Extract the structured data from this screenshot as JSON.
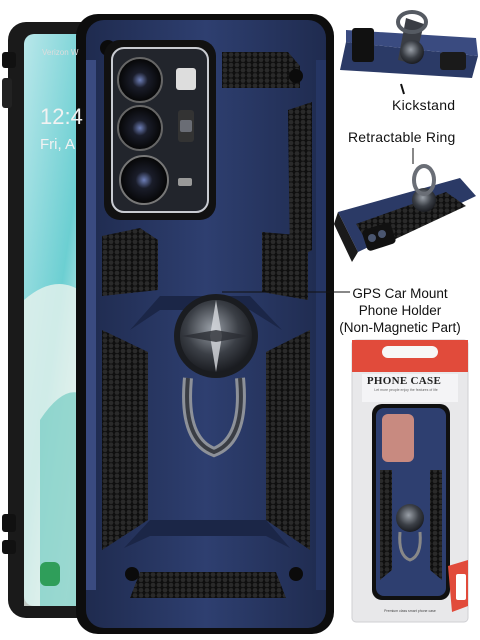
{
  "labels": {
    "kickstand": "Kickstand",
    "retractable_ring": "Retractable Ring",
    "gps_lines": [
      "GPS Car Mount",
      "Phone Holder",
      "(Non-Magnetic Part)"
    ]
  },
  "package": {
    "title": "PHONE CASE",
    "subtitle": "Let more people enjoy the features of life",
    "footer": "Premium class smart phone case"
  },
  "phone_screen": {
    "carrier": "Verizon W",
    "time": "12:4",
    "date": "Fri, A"
  },
  "colors": {
    "case_blue": "#2b3a66",
    "case_dark_blue": "#1d2848",
    "honeycomb_black": "#141414",
    "screen_teal": "#4fc0c8",
    "box_red": "#e14b3b",
    "gunmetal": "#3a3d44"
  }
}
